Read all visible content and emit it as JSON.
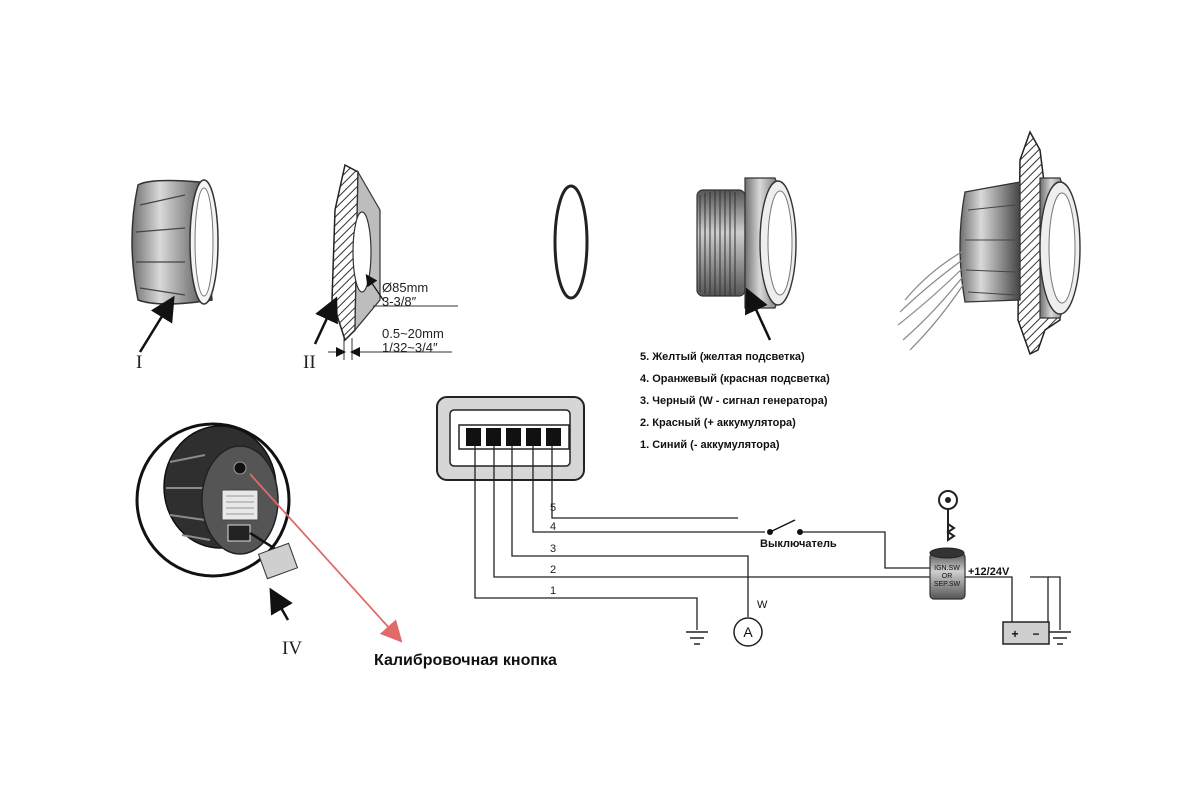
{
  "parts": {
    "label_I": "I",
    "label_II": "II",
    "label_IV": "IV"
  },
  "dimensions": {
    "hole_metric": "Ø85mm",
    "hole_imperial": "3-3/8″",
    "panel_metric": "0.5~20mm",
    "panel_imperial": "1/32~3/4″"
  },
  "wires": [
    "5. Желтый (желтая подсветка)",
    "4. Оранжевый   (красная подсветка)",
    "3. Черный (W - сигнал генератора)",
    "2. Красный (+ аккумулятора)",
    "1. Синий (- аккумулятора)"
  ],
  "pins": [
    "5",
    "4",
    "3",
    "2",
    "1"
  ],
  "circuit": {
    "switch_label": "Выключатель",
    "alternator_symbol": "A",
    "alternator_terminal": "W",
    "ignition_line1": "IGN.SW",
    "ignition_line2": "OR",
    "ignition_line3": "SEP.SW",
    "supply_voltage": "+12/24V",
    "battery_plus": "+",
    "battery_minus": "−"
  },
  "calibration_label": "Калибровочная кнопка"
}
